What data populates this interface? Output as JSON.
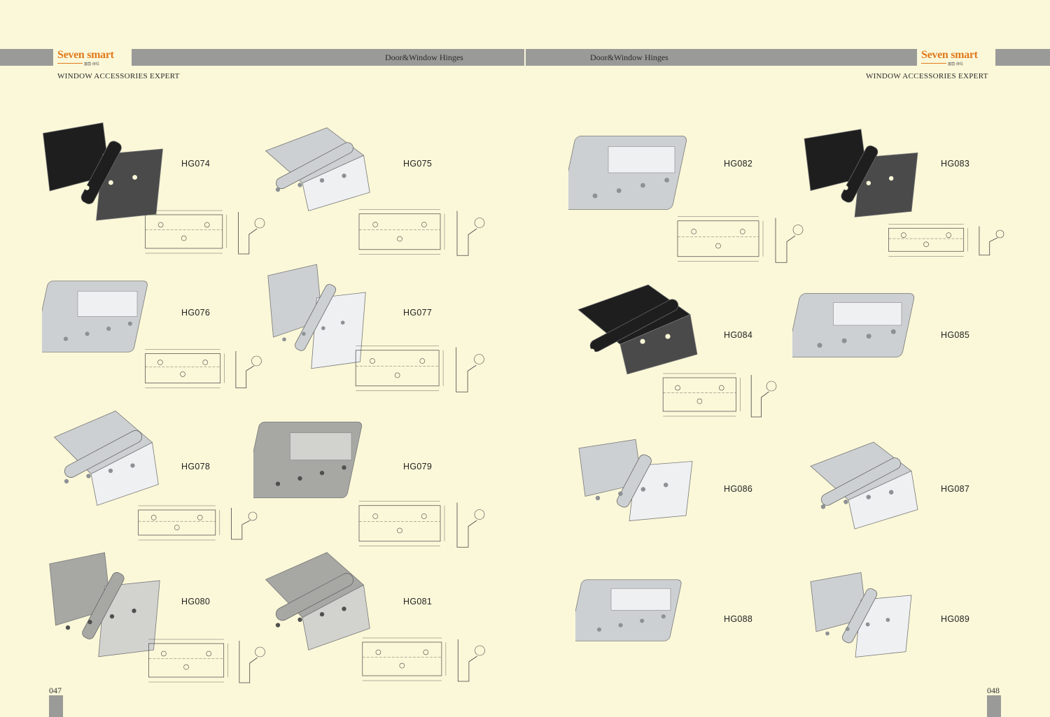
{
  "header": {
    "logo_text": "Seven smart",
    "logo_sub": "塞茵·诗玛",
    "title_left": "Door&Window Hinges",
    "title_right": "Door&Window Hinges",
    "tagline_left": "WINDOW ACCESSORIES EXPERT",
    "tagline_right": "WINDOW ACCESSORIES EXPERT"
  },
  "pages": {
    "left": "047",
    "right": "048"
  },
  "colors": {
    "background": "#fbf8d9",
    "band": "#9a9a98",
    "brand": "#e07a1d",
    "black_part": "#1d1d1d",
    "silver_part": "#c9cccd"
  },
  "products": [
    {
      "code": "HG074",
      "finish": "black"
    },
    {
      "code": "HG075",
      "finish": "silver"
    },
    {
      "code": "HG076",
      "finish": "silver"
    },
    {
      "code": "HG077",
      "finish": "silver"
    },
    {
      "code": "HG078",
      "finish": "silver"
    },
    {
      "code": "HG079",
      "finish": "steel"
    },
    {
      "code": "HG080",
      "finish": "steel"
    },
    {
      "code": "HG081",
      "finish": "steel"
    },
    {
      "code": "HG082",
      "finish": "silver"
    },
    {
      "code": "HG083",
      "finish": "black"
    },
    {
      "code": "HG084",
      "finish": "black"
    },
    {
      "code": "HG085",
      "finish": "silver"
    },
    {
      "code": "HG086",
      "finish": "silver"
    },
    {
      "code": "HG087",
      "finish": "silver"
    },
    {
      "code": "HG088",
      "finish": "silver"
    },
    {
      "code": "HG089",
      "finish": "silver"
    }
  ]
}
